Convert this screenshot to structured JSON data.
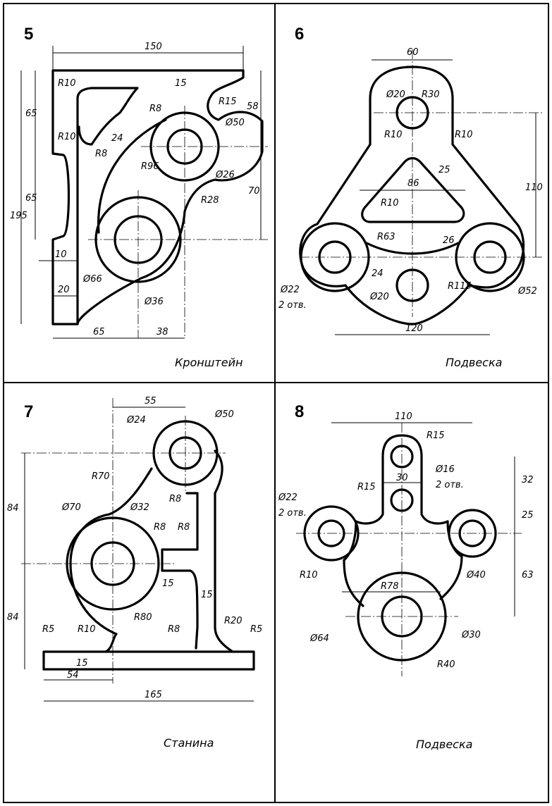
{
  "panels": {
    "p5": {
      "number": "5",
      "caption": "Кронштейн",
      "dims": [
        "150",
        "15",
        "R10",
        "R8",
        "R15",
        "58",
        "Ø50",
        "R10",
        "R8",
        "24",
        "R96",
        "Ø26",
        "65",
        "65",
        "195",
        "70",
        "R28",
        "10",
        "20",
        "Ø66",
        "Ø36",
        "65",
        "38"
      ]
    },
    "p6": {
      "number": "6",
      "caption": "Подвеска",
      "dims": [
        "60",
        "Ø20",
        "R30",
        "R10",
        "R10",
        "25",
        "110",
        "86",
        "R10",
        "R63",
        "26",
        "24",
        "R115",
        "Ø22",
        "2 отв.",
        "Ø20",
        "Ø52",
        "120"
      ]
    },
    "p7": {
      "number": "7",
      "caption": "Станина",
      "dims": [
        "55",
        "Ø24",
        "Ø50",
        "R70",
        "84",
        "Ø70",
        "Ø32",
        "R8",
        "R8",
        "R8",
        "15",
        "15",
        "84",
        "R80",
        "R5",
        "R10",
        "R8",
        "R20",
        "R5",
        "15",
        "54",
        "165"
      ]
    },
    "p8": {
      "number": "8",
      "caption": "Подвеска",
      "dims": [
        "110",
        "R15",
        "30",
        "Ø16",
        "2 отв.",
        "32",
        "R15",
        "Ø22",
        "2 отв.",
        "25",
        "R10",
        "Ø40",
        "R78",
        "63",
        "Ø64",
        "Ø30",
        "R40"
      ]
    }
  }
}
